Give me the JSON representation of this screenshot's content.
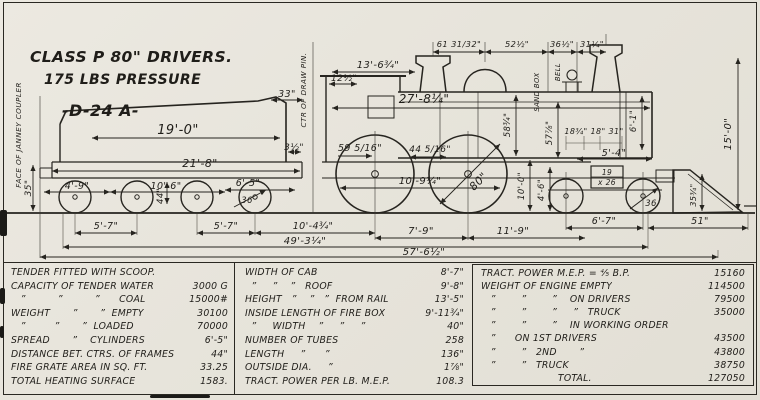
{
  "title": {
    "line1": "CLASS P 80\" DRIVERS.",
    "line2": "175 LBS PRESSURE",
    "line3": "-D-24 A-"
  },
  "drawing": {
    "face_coupler": "FACE OF JANNEY COUPLER",
    "d35": "35\"",
    "d19_0": "19'-0\"",
    "d21_8": "21'-8\"",
    "d4_9": "4'-9\"",
    "d10_6": "10'-6\"",
    "d6_5": "6'-5\"",
    "n36_tender": "36",
    "d44_tender": "44\"",
    "d3_5": "3½\"",
    "draw_pin": "CTR OF DRAW PIN.",
    "d33": "33\"",
    "d12_5": "12½\"",
    "d13_6": "13'-6¾\"",
    "d27_8": "27'-8¼\"",
    "d61": "61 31/32\"",
    "d52": "52½\"",
    "d36_half": "36½\"",
    "d31": "31¼\"",
    "sand_box": "SAND BOX",
    "bell": "BELL",
    "d15_0": "15'-0\"",
    "d59": "59 5/16\"",
    "d44_5": "44 5/16\"",
    "d80": "80\"",
    "d10_9": "10'-9¼\"",
    "v58": "58¾\"",
    "v57": "57⅞\"",
    "v10_0": "10'-0\"",
    "v4_6": "4'-6\"",
    "seg18": "18¾\"  18\"  31\"",
    "d5_4": "5'-4\"",
    "v6_1": "6'-1\"",
    "cyl_bore": "19",
    "cyl_stroke": "x 26",
    "p35": "35¾\"",
    "n36_truck": "36",
    "b5_7a": "5'-7\"",
    "b5_7b": "5'-7\"",
    "b10_4": "10'-4¾\"",
    "b49_3": "49'-3¼\"",
    "b7_9": "7'-9\"",
    "b11_9": "11'-9\"",
    "b6_7": "6'-7\"",
    "b51": "51\"",
    "b57_6": "57'-6½\""
  },
  "table": {
    "col1": [
      {
        "label": "TENDER FITTED WITH SCOOP.",
        "value": ""
      },
      {
        "label": "CAPACITY OF TENDER WATER",
        "value": "3000 G"
      },
      {
        "label": "   ”          ”          ”      COAL",
        "value": "15000#"
      },
      {
        "label": "WEIGHT       ”       ”  EMPTY",
        "value": "30100"
      },
      {
        "label": "   ”         ”       ”  LOADED",
        "value": "70000"
      },
      {
        "label": "SPREAD       ”    CYLINDERS",
        "value": "6'-5\""
      },
      {
        "label": "DISTANCE BET. CTRS. OF FRAMES",
        "value": "44\""
      },
      {
        "label": "FIRE GRATE AREA IN SQ. FT.",
        "value": "33.25"
      },
      {
        "label": "TOTAL HEATING SURFACE",
        "value": "1583."
      }
    ],
    "col2": [
      {
        "label": "WIDTH OF CAB",
        "value": "8'-7\""
      },
      {
        "label": "  ”     ”    ”   ROOF",
        "value": "9'-8\""
      },
      {
        "label": "HEIGHT   ”    ”   ”  FROM RAIL",
        "value": "13'-5\""
      },
      {
        "label": "INSIDE LENGTH OF FIRE BOX",
        "value": "9'-11¾\""
      },
      {
        "label": "  ”     WIDTH    ”     ”     ”",
        "value": "40\""
      },
      {
        "label": "NUMBER OF TUBES",
        "value": "258"
      },
      {
        "label": "LENGTH     ”      ”",
        "value": "136\""
      },
      {
        "label": "OUTSIDE DIA.     ”",
        "value": "1⅞\""
      },
      {
        "label": "TRACT. POWER PER LB. M.E.P.",
        "value": "108.3"
      }
    ],
    "col3": [
      {
        "label": "TRACT. POWER M.E.P. = ⅘ B.P.",
        "value": "15160"
      },
      {
        "label": "WEIGHT OF ENGINE EMPTY",
        "value": "114500"
      },
      {
        "label": "   ”        ”        ”    ON DRIVERS",
        "value": "79500"
      },
      {
        "label": "   ”        ”        ”     ”   TRUCK",
        "value": "35000"
      },
      {
        "label": "   ”        ”        ”    IN WORKING ORDER",
        "value": ""
      },
      {
        "label": "   ”      ON 1ST DRIVERS",
        "value": "43500"
      },
      {
        "label": "   ”        ”   2ND       ”",
        "value": "43800"
      },
      {
        "label": "   ”        ”   TRUCK",
        "value": "38750"
      },
      {
        "label": "                        TOTAL.",
        "value": "127050"
      }
    ]
  }
}
